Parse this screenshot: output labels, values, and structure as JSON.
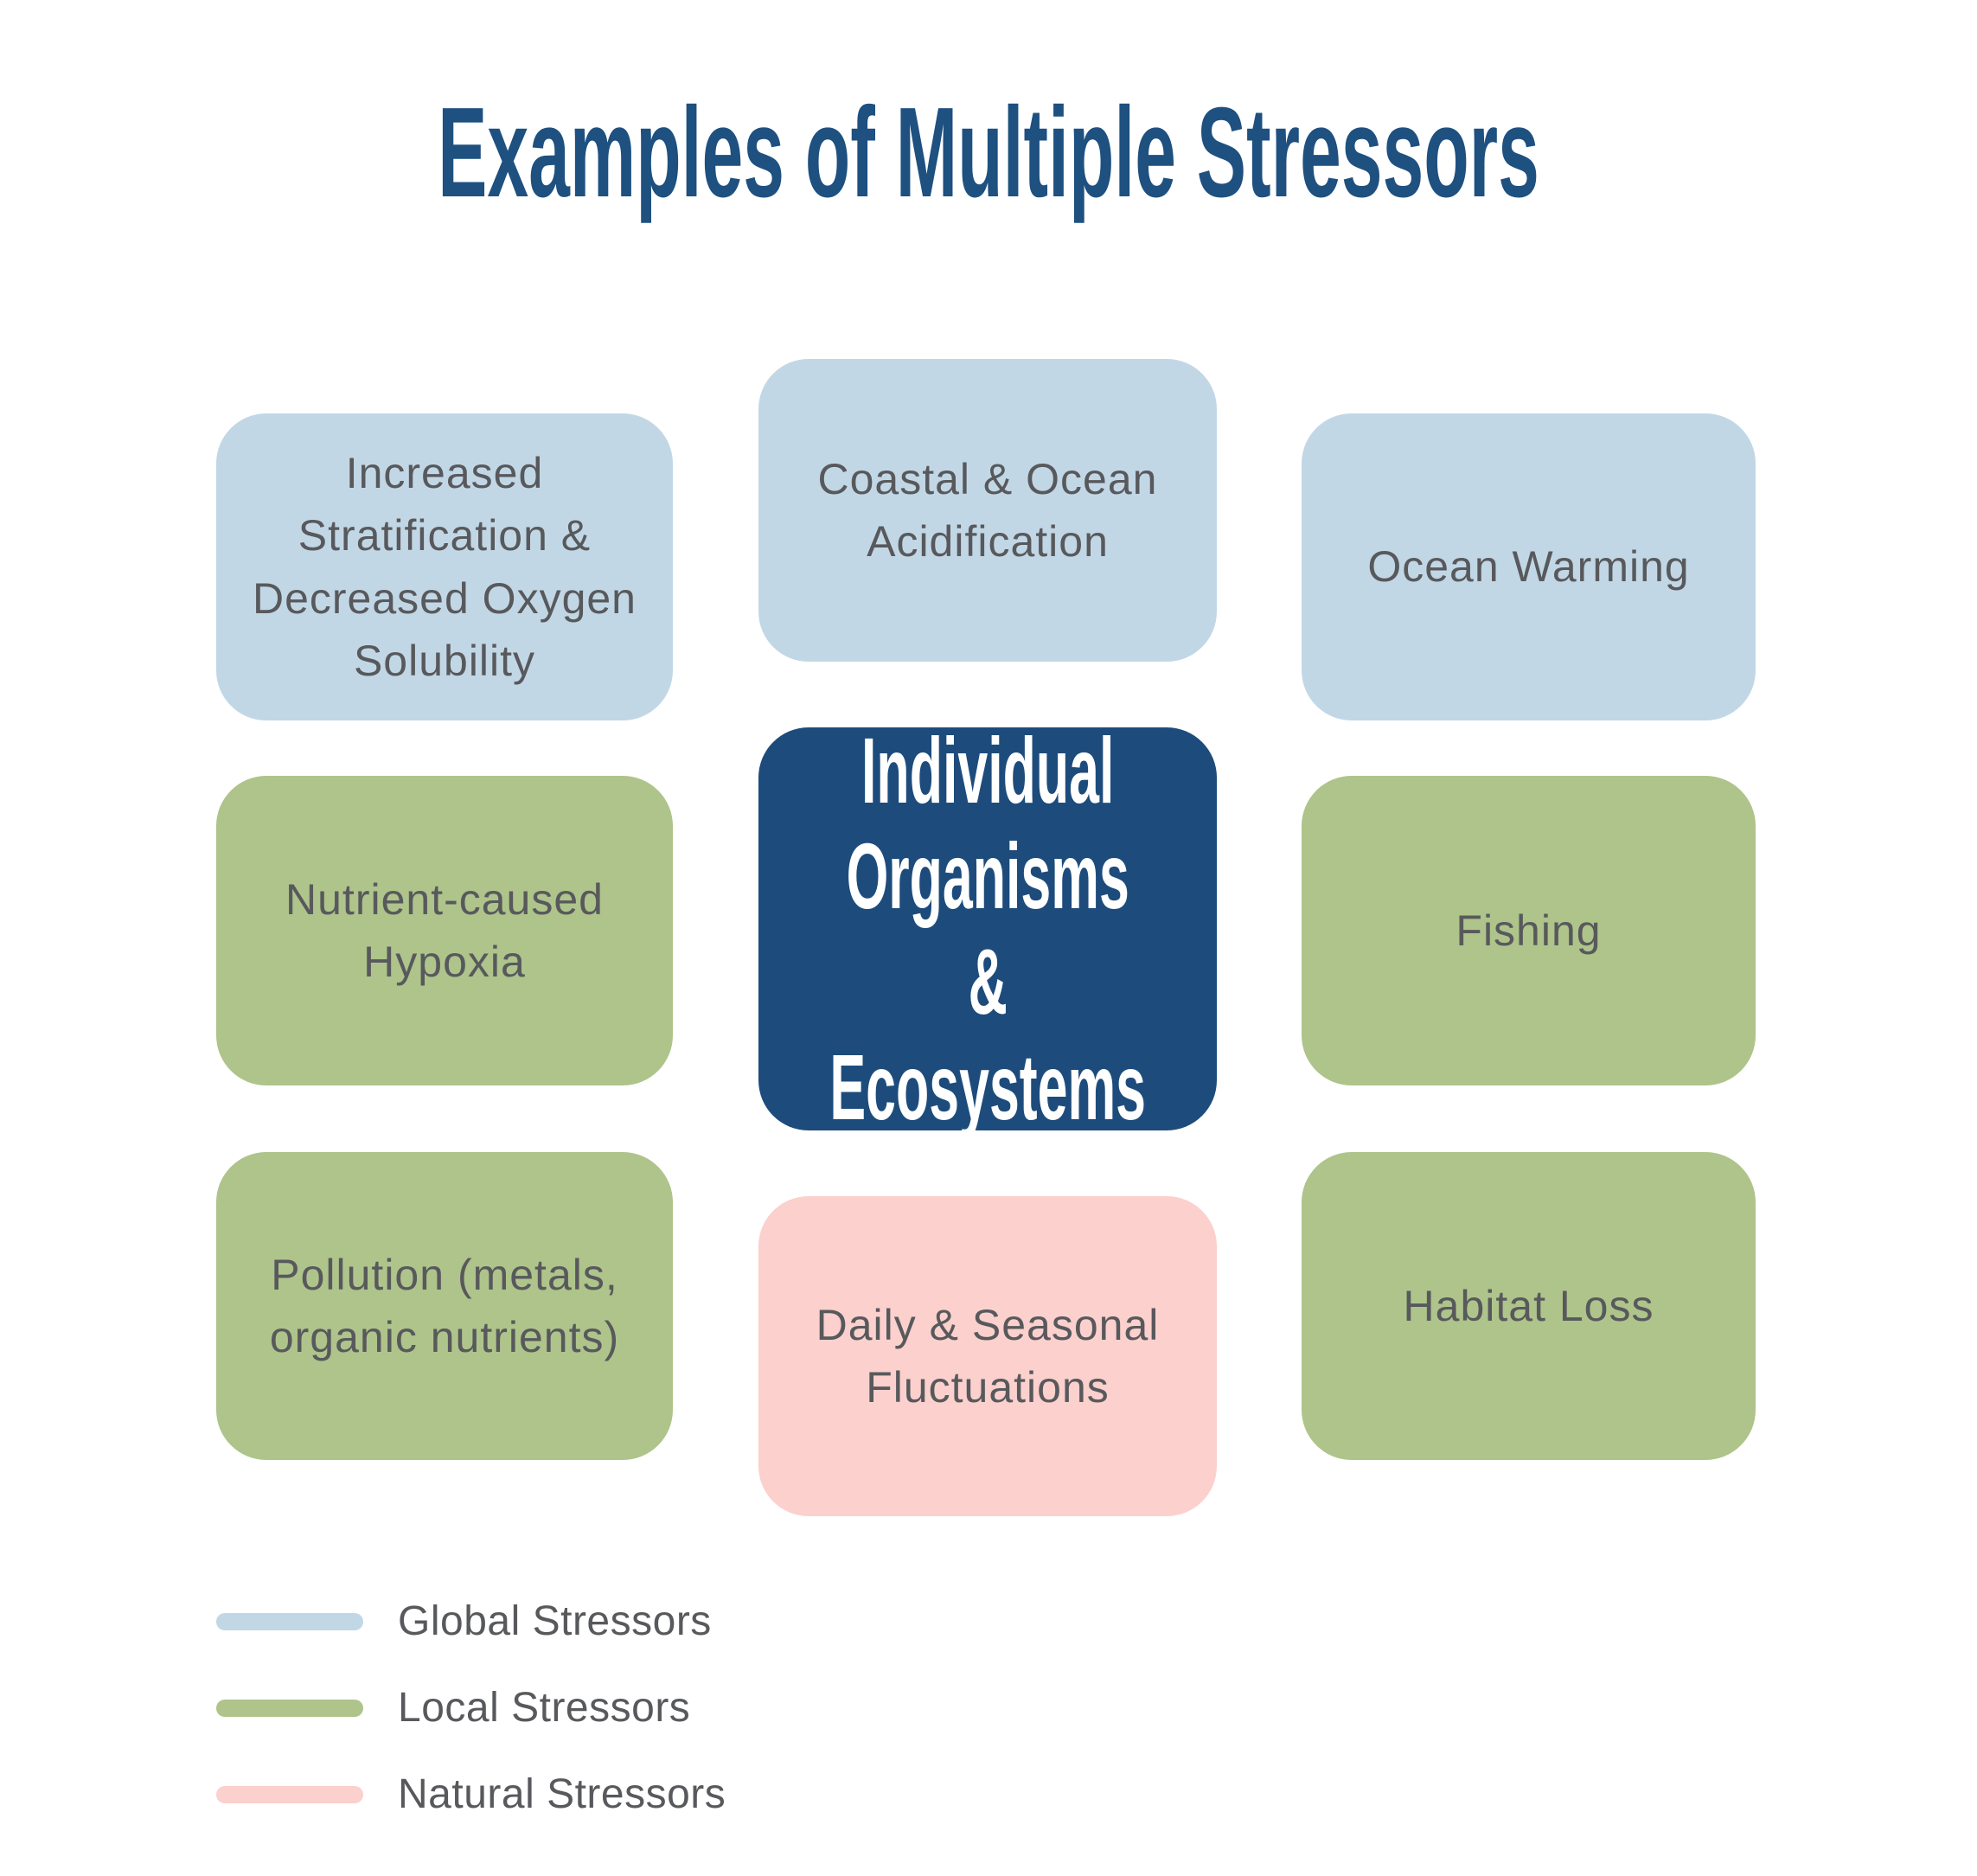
{
  "title": "Examples of Multiple Stressors",
  "boxes": {
    "stratification": {
      "label": "Increased\nStratification &\nDecreased Oxygen\nSolubility",
      "category": "global"
    },
    "acidification": {
      "label": "Coastal & Ocean\nAcidification",
      "category": "global"
    },
    "ocean_warming": {
      "label": "Ocean Warming",
      "category": "global"
    },
    "hypoxia": {
      "label": "Nutrient-caused\nHypoxia",
      "category": "local"
    },
    "center": {
      "label": "Individual\nOrganisms &\nEcosystems",
      "category": "impact"
    },
    "fishing": {
      "label": "Fishing",
      "category": "local"
    },
    "pollution": {
      "label": "Pollution (metals,\norganic nutrients)",
      "category": "local"
    },
    "fluctuations": {
      "label": "Daily & Seasonal\nFluctuations",
      "category": "natural"
    },
    "habitat_loss": {
      "label": "Habitat Loss",
      "category": "local"
    }
  },
  "legend": {
    "items": [
      {
        "label": "Global Stressors",
        "color": "#c2d7e6"
      },
      {
        "label": "Local Stressors",
        "color": "#aec48b"
      },
      {
        "label": "Natural Stressors",
        "color": "#fbd0cd"
      }
    ]
  },
  "colors": {
    "global": "#c2d7e6",
    "local": "#aec48b",
    "natural": "#fbd0cd",
    "impact": "#1d4c7c",
    "title": "#1e5080",
    "text": "#58595c",
    "background": "#ffffff"
  }
}
